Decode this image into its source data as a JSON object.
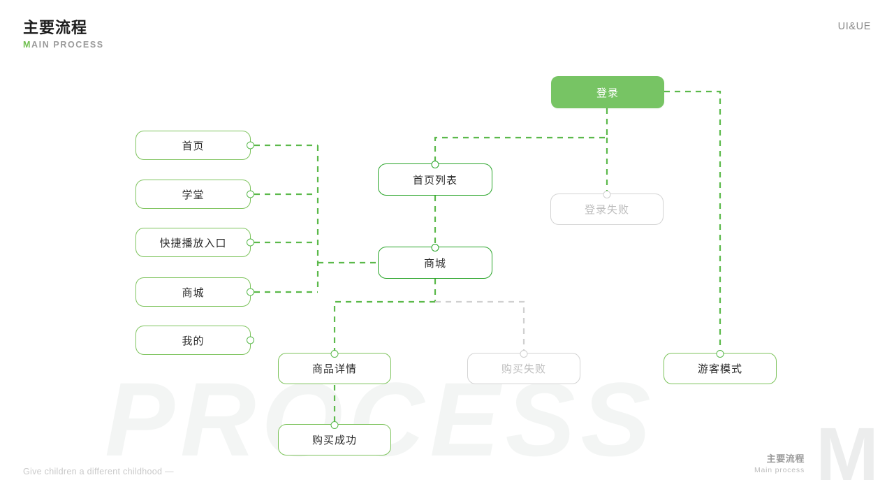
{
  "header": {
    "title": "主要流程",
    "subtitle_lead": "M",
    "subtitle_rest": "AIN PROCESS",
    "tag": "UI&UE"
  },
  "watermarks": {
    "process": "PROCESS",
    "letter": "M"
  },
  "footer": {
    "slogan": "Give children a different childhood —",
    "brand_cn": "主要流程",
    "brand_en": "Main process"
  },
  "colors": {
    "accent_green": "#77c464",
    "border_light_green": "#7dc35c",
    "border_strong_green": "#28a428",
    "muted_gray": "#d3d3d3",
    "muted_text": "#bdbdbd",
    "edge_green": "#5bb94a",
    "edge_gray": "#d0d0d0"
  },
  "nodes": {
    "login": {
      "label": "登录",
      "style": "filled"
    },
    "login_failed": {
      "label": "登录失败",
      "style": "muted"
    },
    "home_list": {
      "label": "首页列表",
      "style": "strong"
    },
    "mall_center": {
      "label": "商城",
      "style": "strong"
    },
    "product_detail": {
      "label": "商品详情",
      "style": "light"
    },
    "purchase_failed": {
      "label": "购买失败",
      "style": "muted"
    },
    "guest_mode": {
      "label": "游客模式",
      "style": "light"
    },
    "purchase_success": {
      "label": "购买成功",
      "style": "light"
    },
    "menu": [
      {
        "label": "首页",
        "style": "light"
      },
      {
        "label": "学堂",
        "style": "light"
      },
      {
        "label": "快捷播放入口",
        "style": "light"
      },
      {
        "label": "商城",
        "style": "light"
      },
      {
        "label": "我的",
        "style": "light"
      }
    ]
  },
  "flow": {
    "type": "flowchart",
    "edges": [
      {
        "from": "external-entry",
        "to": "login",
        "style": "dashed-fading-green"
      },
      {
        "from": "login",
        "to": "home_list",
        "style": "dashed-green"
      },
      {
        "from": "login",
        "to": "login_failed",
        "style": "dashed-green"
      },
      {
        "from": "login",
        "to": "guest_mode",
        "style": "dashed-green"
      },
      {
        "from": "home_list",
        "to": "mall_center",
        "style": "dashed-green"
      },
      {
        "from": "mall_center",
        "to": "product_detail",
        "style": "dashed-green"
      },
      {
        "from": "mall_center",
        "to": "purchase_failed",
        "style": "dashed-gray"
      },
      {
        "from": "product_detail",
        "to": "purchase_success",
        "style": "dashed-green"
      },
      {
        "from": "menu.首页",
        "to": "mall_center",
        "style": "dashed-green-bus"
      },
      {
        "from": "menu.商城",
        "to": "mall_center",
        "style": "dashed-green-bus"
      },
      {
        "from": "menu.学堂",
        "to": "stub",
        "style": "dashed-green-stub"
      },
      {
        "from": "menu.快捷播放入口",
        "to": "stub",
        "style": "dashed-green-stub"
      },
      {
        "from": "external-left",
        "to": "purchase_success",
        "style": "dashed-fading-green"
      }
    ]
  }
}
